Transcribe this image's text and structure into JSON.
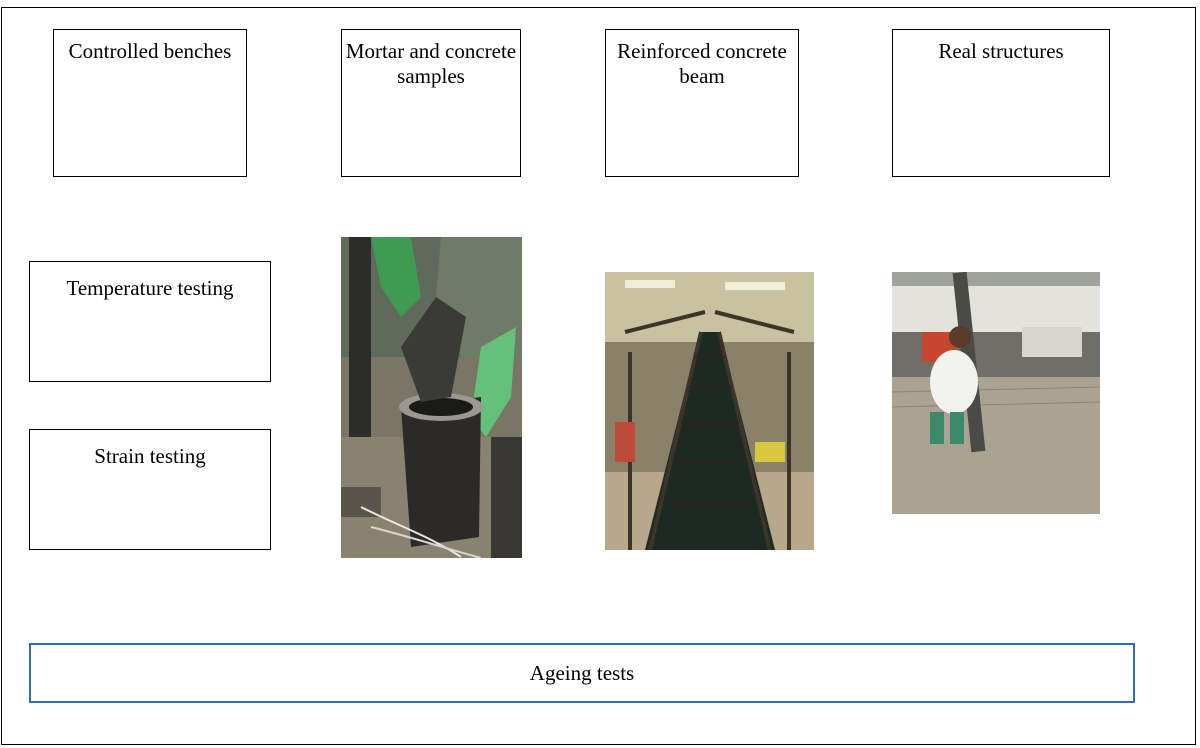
{
  "categories": {
    "controlled_benches": "Controlled benches",
    "mortar_samples": "Mortar and concrete samples",
    "reinforced_beam": "Reinforced concrete beam",
    "real_structures": "Real structures"
  },
  "tests": {
    "temperature": "Temperature testing",
    "strain": "Strain testing"
  },
  "ageing": "Ageing tests",
  "colors": {
    "ageing_border": "#2e6cc4",
    "box_border": "#000000"
  }
}
